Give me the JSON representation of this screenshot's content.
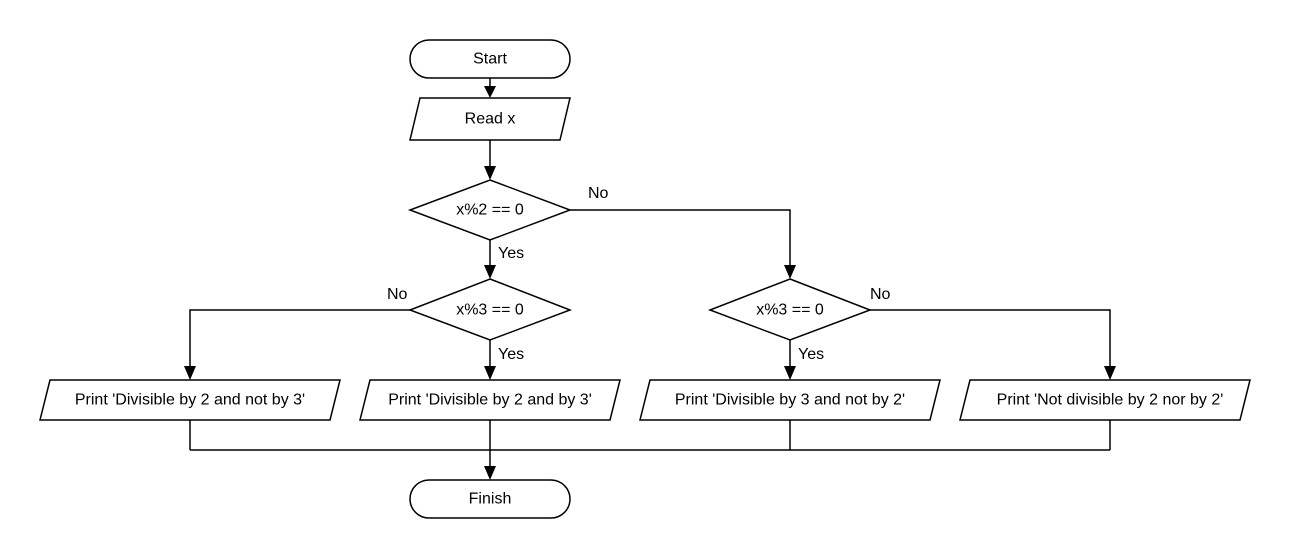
{
  "nodes": {
    "start": "Start",
    "read_x": "Read x",
    "decision_mod2": "x%2 == 0",
    "decision_mod3_left": "x%3 == 0",
    "decision_mod3_right": "x%3 == 0",
    "print_div2_not3": "Print 'Divisible by 2 and not by 3'",
    "print_div2_and3": "Print 'Divisible by 2 and by 3'",
    "print_div3_not2": "Print 'Divisible by 3 and not by 2'",
    "print_not_div": "Print 'Not divisible by 2 nor by 2'",
    "finish": "Finish"
  },
  "edge_labels": {
    "mod2_no": "No",
    "mod2_yes": "Yes",
    "mod3_left_no": "No",
    "mod3_left_yes": "Yes",
    "mod3_right_no": "No",
    "mod3_right_yes": "Yes"
  },
  "colors": {
    "stroke": "#000000",
    "fill": "#ffffff",
    "text": "#000000"
  }
}
